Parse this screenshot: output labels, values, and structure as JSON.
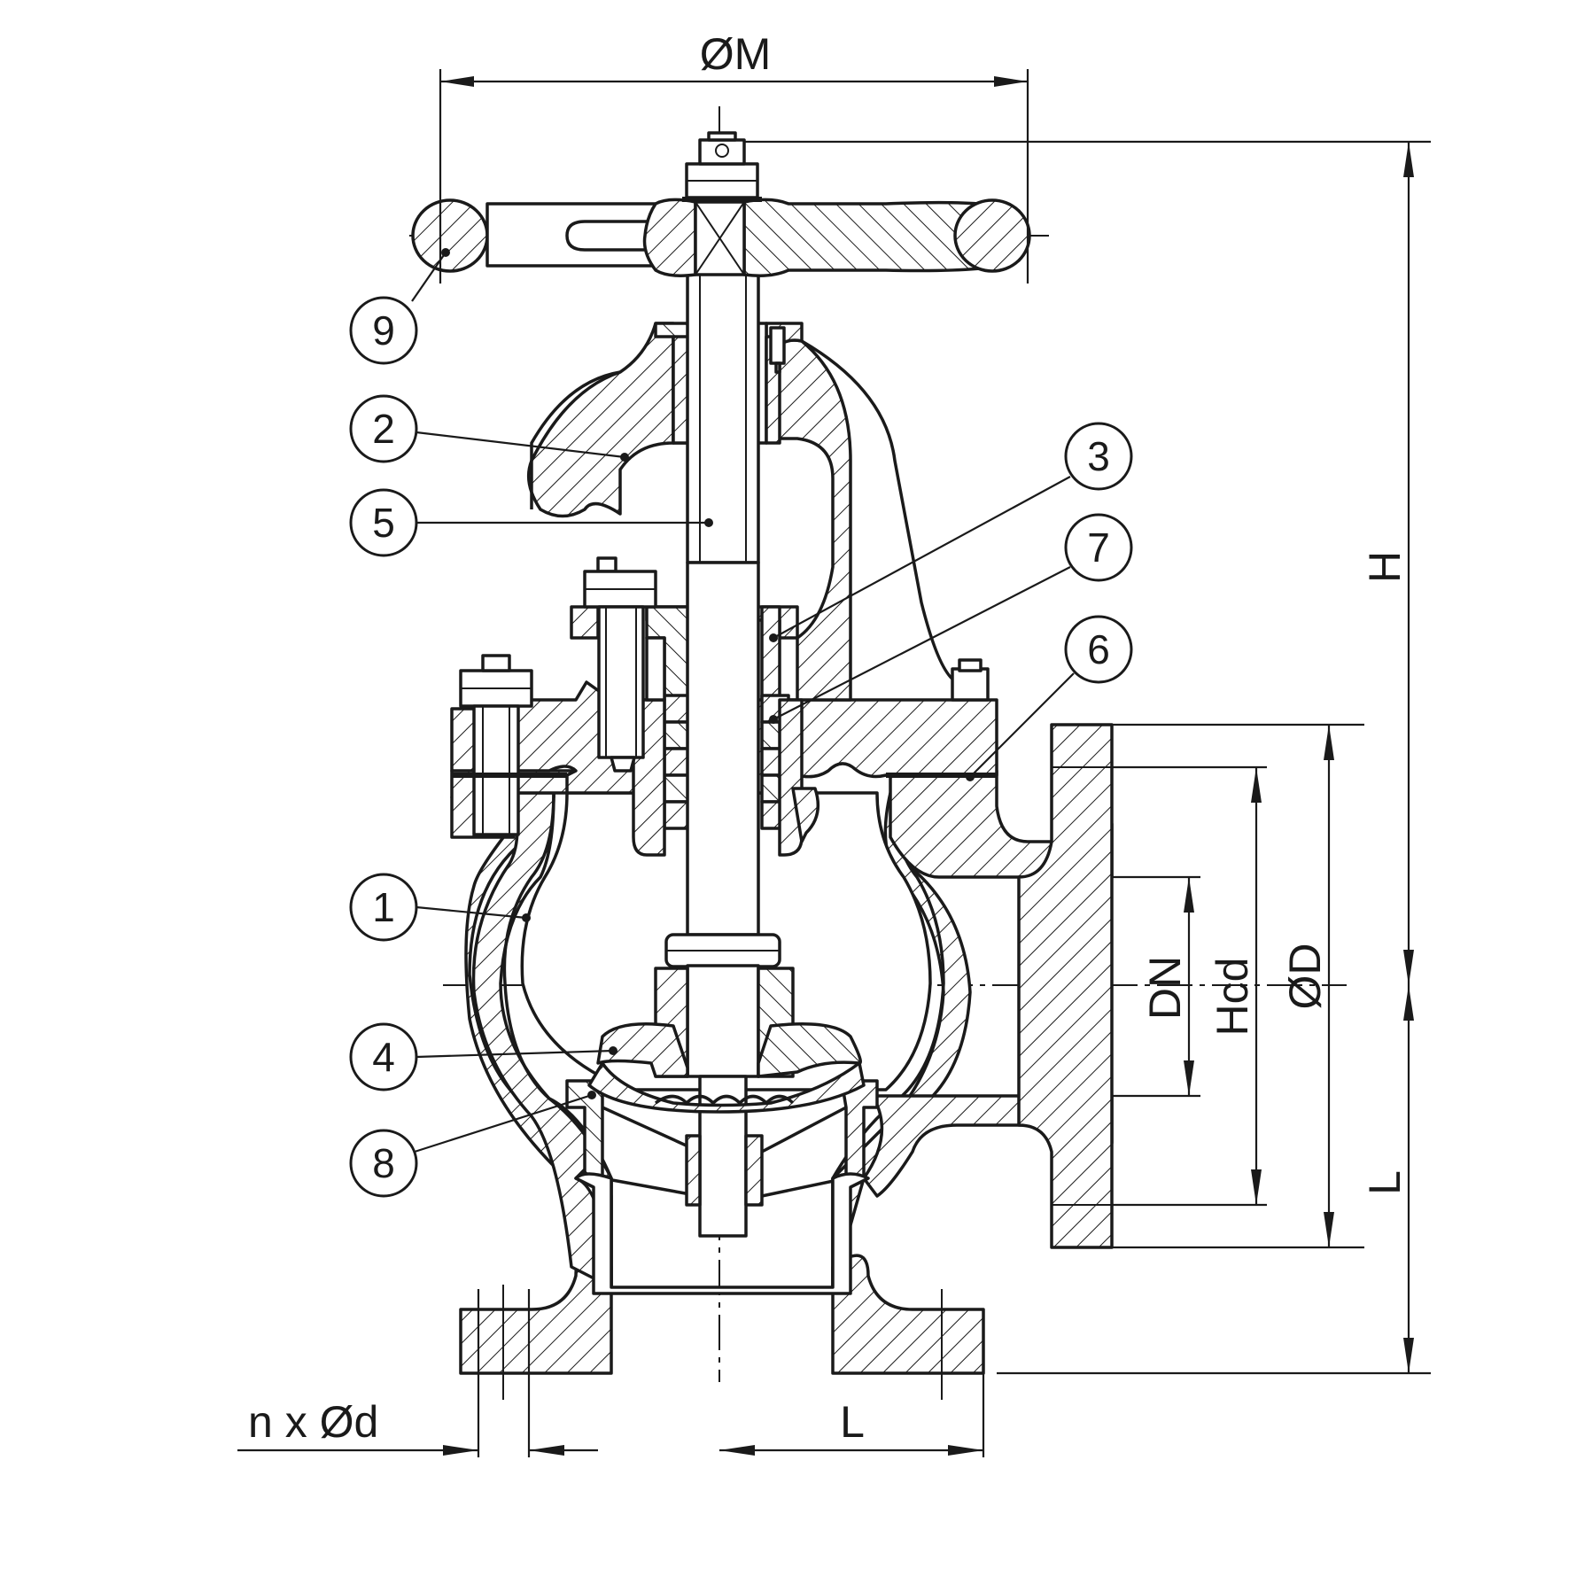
{
  "dimensions": {
    "handwheel_diameter": "ØM",
    "overall_height": "H",
    "face_to_centre_vertical": "L",
    "face_to_centre_horizontal": "L",
    "nominal_diameter": "DN",
    "flange_bolt_circle": "Hcd",
    "flange_outer_diameter": "ØD",
    "bolt_holes": "n x Ød"
  },
  "parts": {
    "p1": "1",
    "p2": "2",
    "p3": "3",
    "p4": "4",
    "p5": "5",
    "p6": "6",
    "p7": "7",
    "p8": "8",
    "p9": "9"
  }
}
